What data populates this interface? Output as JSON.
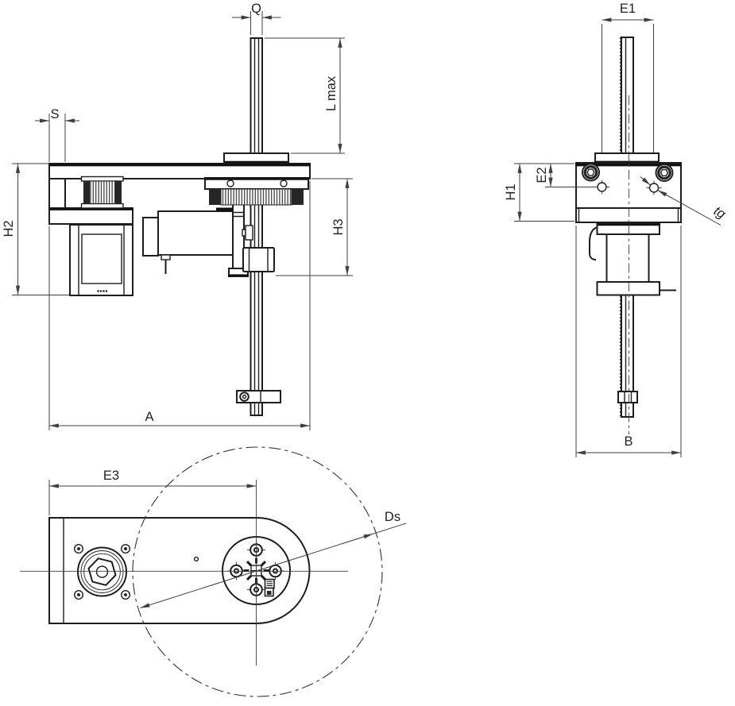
{
  "drawing": {
    "kind": "technical-dimension-drawing",
    "background_color": "#ffffff",
    "outline_color": "#1d1d1d",
    "dimension_color": "#3f3f3f",
    "views": {
      "front": {
        "labels": {
          "q": "Q",
          "l_max": "L max",
          "s": "S",
          "h2": "H2",
          "h3": "H3",
          "a": "A"
        }
      },
      "side": {
        "labels": {
          "e1": "E1",
          "e2": "E2",
          "h1": "H1",
          "tg": "tg",
          "b": "B"
        }
      },
      "bottom": {
        "labels": {
          "e3": "E3",
          "ds": "Ds"
        }
      }
    }
  }
}
